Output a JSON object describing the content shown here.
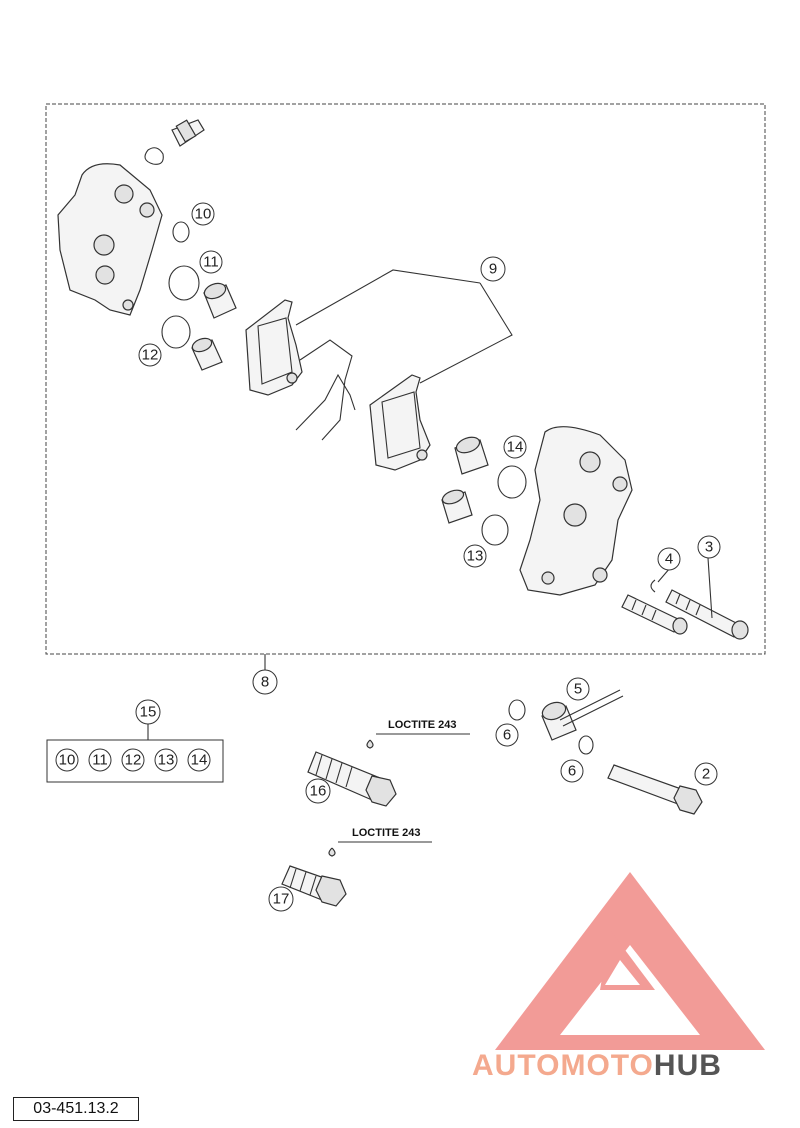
{
  "callouts": {
    "c2": "2",
    "c3": "3",
    "c4": "4",
    "c5": "5",
    "c6a": "6",
    "c6b": "6",
    "c8": "8",
    "c9": "9",
    "c10": "10",
    "c11": "11",
    "c12": "12",
    "c13": "13",
    "c14": "14",
    "c15": "15",
    "c16": "16",
    "c17": "17"
  },
  "kit_items": [
    "10",
    "11",
    "12",
    "13",
    "14"
  ],
  "loctite_a": "LOCTITE 243",
  "loctite_b": "LOCTITE 243",
  "part_code": "03-451.13.2",
  "watermark": {
    "part1": "AUTO",
    "part2": "MOTO",
    "part3": "HUB",
    "colors": {
      "primary": "#f4a98e",
      "dark": "#555555",
      "logo": "#f08a86"
    }
  }
}
